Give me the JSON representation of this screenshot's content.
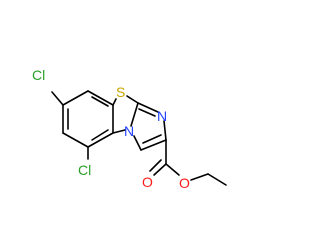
{
  "molecule": {
    "atoms": {
      "cl_top": {
        "symbol": "Cl",
        "color": "#2aa02a"
      },
      "cl_bottom": {
        "symbol": "Cl",
        "color": "#2aa02a"
      },
      "sulfur": {
        "symbol": "S",
        "color": "#c8a800"
      },
      "ring_nitrogen": {
        "symbol": "N",
        "color": "#1f3fff"
      },
      "imidazole_nitrogen": {
        "symbol": "N",
        "color": "#1f3fff"
      },
      "carbonyl_oxygen": {
        "symbol": "O",
        "color": "#ff1a1a"
      },
      "ester_oxygen": {
        "symbol": "O",
        "color": "#ff1a1a"
      }
    },
    "bond_color": "#000000"
  }
}
